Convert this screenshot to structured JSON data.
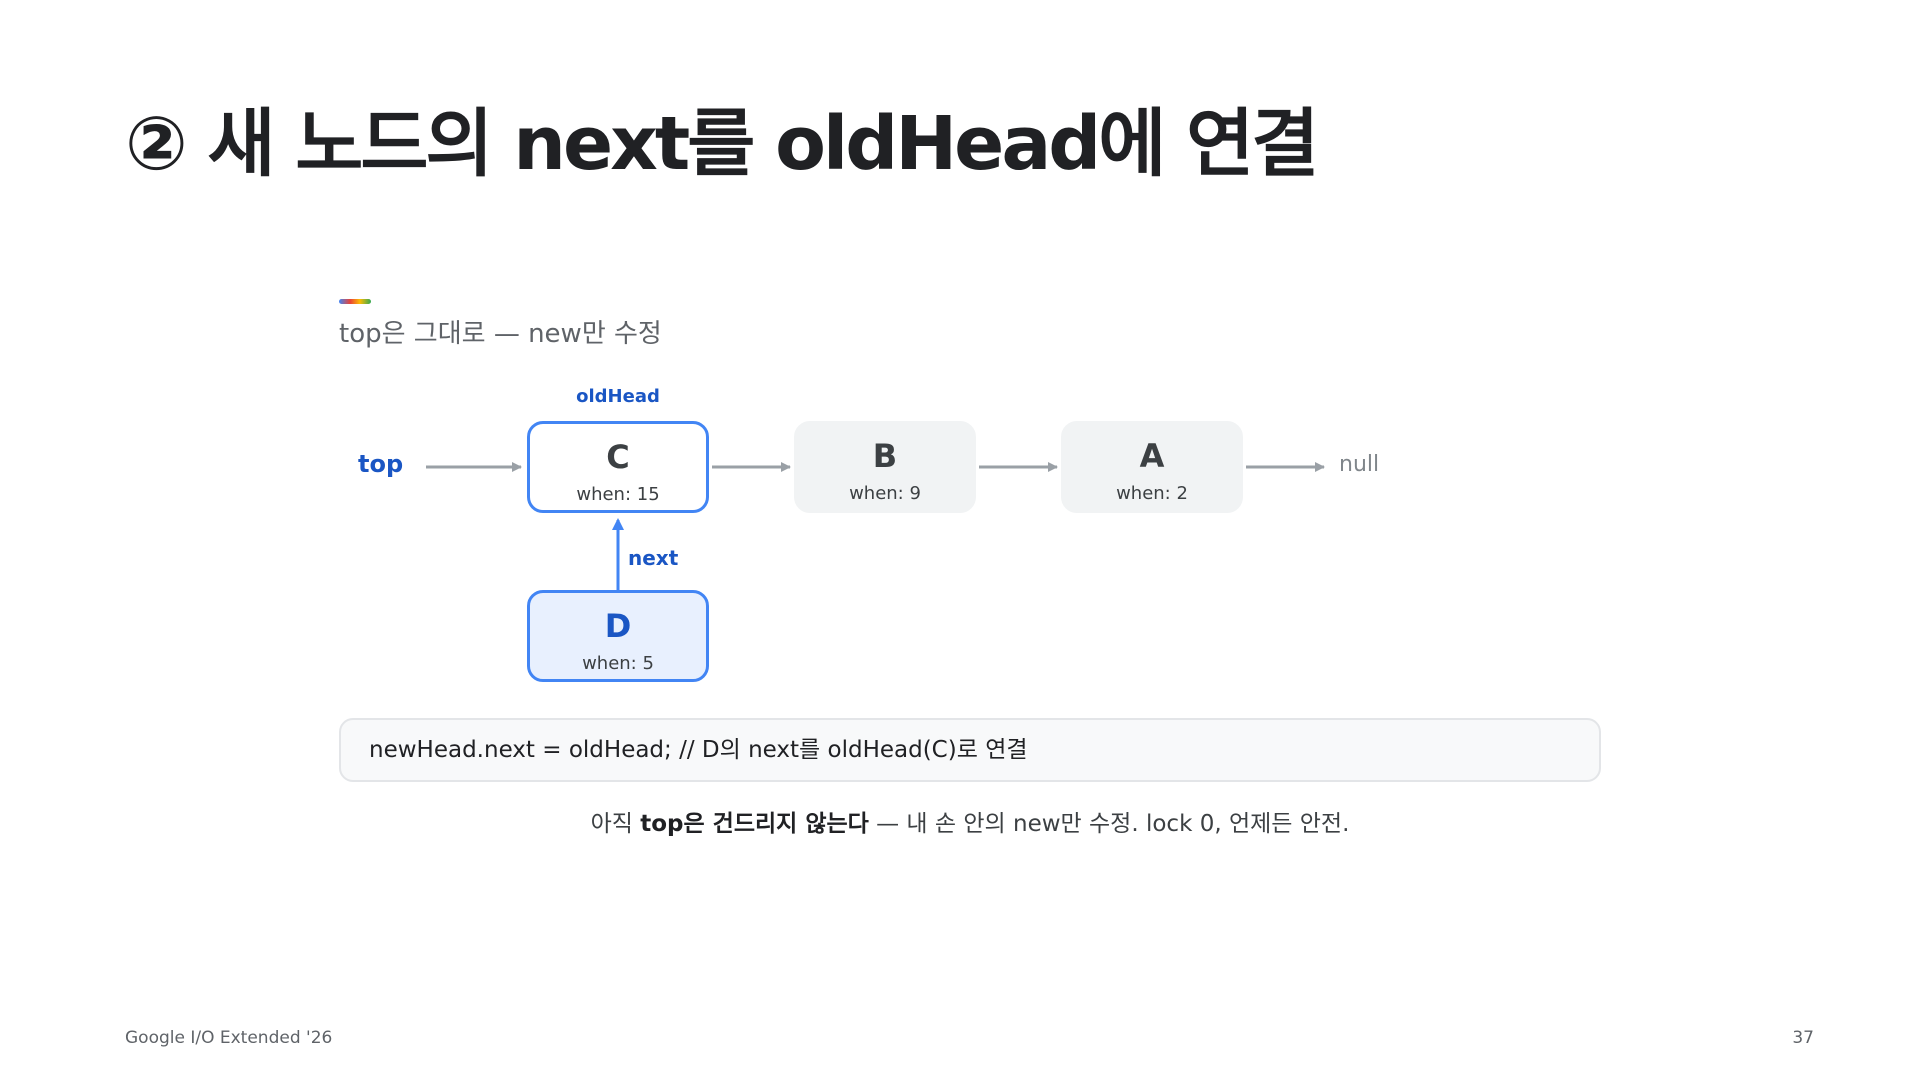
{
  "slide": {
    "title": "② 새 노드의 next를 oldHead에 연결",
    "subtitle": "top은 그대로 — new만 수정",
    "footer": "Google I/O Extended '26",
    "page_number": "37"
  },
  "diagram": {
    "top_label": "top",
    "old_head_label": "oldHead",
    "next_label": "next",
    "null_label": "null",
    "nodes": [
      {
        "letter": "C",
        "when": "when: 15"
      },
      {
        "letter": "B",
        "when": "when: 9"
      },
      {
        "letter": "A",
        "when": "when: 2"
      },
      {
        "letter": "D",
        "when": "when: 5"
      }
    ]
  },
  "code": {
    "line": "newHead.next = oldHead; // D의 next를 oldHead(C)로 연결"
  },
  "caption": {
    "prefix": "아직 ",
    "emphasis": "top은 건드리지 않는다",
    "suffix": " — 내 손 안의 new만 수정. lock 0, 언제든 안전."
  },
  "colors": {
    "accent_blue": "#4285f4",
    "label_blue": "#1a56c4",
    "arrow_gray": "#9aa0a6",
    "node_gray": "#f1f3f4",
    "new_node_fill": "#e8f0fe"
  }
}
